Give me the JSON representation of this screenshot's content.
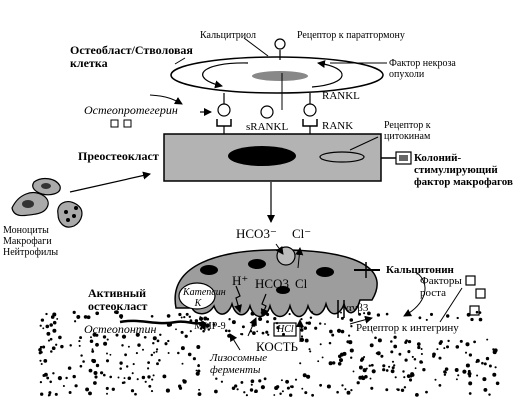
{
  "labels": {
    "calcitriol": "Кальцитриол",
    "pth_receptor": "Рецептор к паратгормону",
    "osteoblast_title": "Остеобласт/Стволовая клетка",
    "tnf": "Фактор некроза опухоли",
    "rankl_top": "RANKL",
    "osteoprotegerin": "Остеопротегерин",
    "srankl": "sRANKL",
    "rank": "RANK",
    "cytokine_receptor": "Рецептор к цитокинам",
    "preosteoclast": "Преостеокласт",
    "mcsf": "Колоний-стимулирующий фактор макрофагов",
    "cells_list": "Моноциты Макрофаги Нейтрофилы",
    "hco3_top": "HCO3⁻",
    "cl_top": "Cl⁻",
    "calcitonin": "Кальцитонин",
    "growth_factors": "Факторы роста",
    "active_osteoclast": "Активный остеокласт",
    "cathepsin": "Катепсин К",
    "h_plus": "H⁺",
    "hco3_inner": "HCO3",
    "cl_inner": "Cl",
    "avb3": "αvβ3",
    "osteopontin": "Остеопонтин",
    "mmp9": "MMP-9",
    "hcl": "HCl",
    "integrin_receptor": "Рецептор к интегрину",
    "lysosomal_enzymes": "Лизосомные ферменты",
    "bone": "КОСТЬ"
  },
  "icons": {
    "receptor": "receptor-icon",
    "cells": "monocyte-cells-icon",
    "growth_factor": "growth-factor-squares-icon",
    "calcitonin_receptor": "calcitonin-receptor-icon",
    "mcsf_receptor": "mcsf-receptor-icon"
  }
}
